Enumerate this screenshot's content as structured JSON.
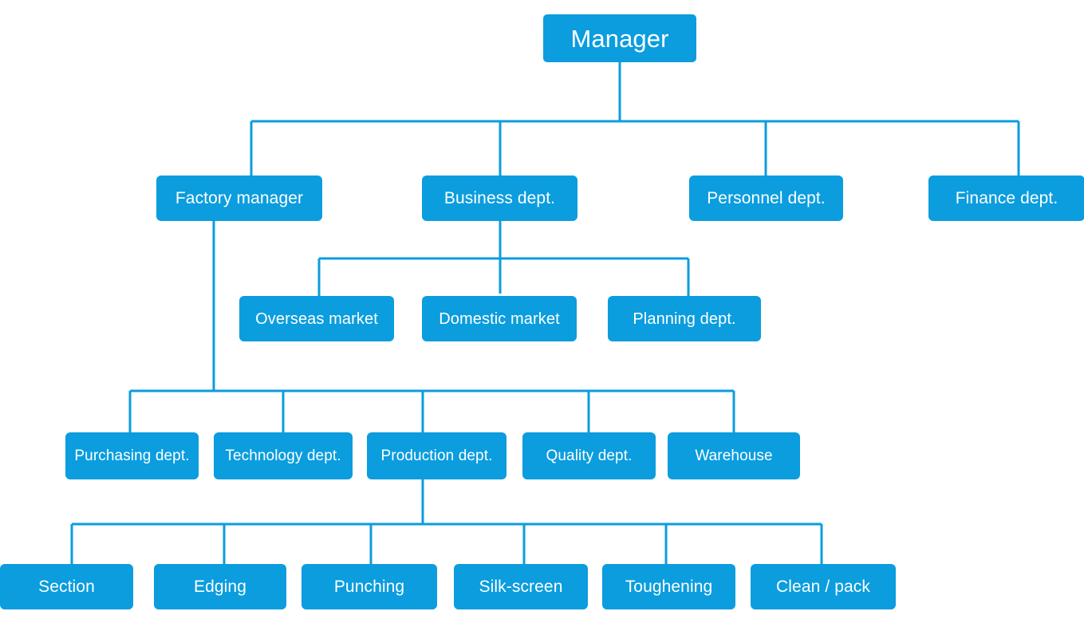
{
  "chart_data": {
    "type": "diagram",
    "subtype": "organizational-chart",
    "title": "",
    "orientation": "top-down",
    "node_color": "#0b9dde",
    "connector_color": "#0b9dde",
    "text_color": "#ffffff",
    "background": "#ffffff",
    "levels": 5,
    "nodes": [
      {
        "id": "manager",
        "label": "Manager",
        "level": 1,
        "parent": null
      },
      {
        "id": "factory-manager",
        "label": "Factory manager",
        "level": 2,
        "parent": "manager"
      },
      {
        "id": "business-dept",
        "label": "Business dept.",
        "level": 2,
        "parent": "manager"
      },
      {
        "id": "personnel-dept",
        "label": "Personnel dept.",
        "level": 2,
        "parent": "manager"
      },
      {
        "id": "finance-dept",
        "label": "Finance dept.",
        "level": 2,
        "parent": "manager"
      },
      {
        "id": "overseas-market",
        "label": "Overseas market",
        "level": 3,
        "parent": "business-dept"
      },
      {
        "id": "domestic-market",
        "label": "Domestic market",
        "level": 3,
        "parent": "business-dept"
      },
      {
        "id": "planning-dept",
        "label": "Planning dept.",
        "level": 3,
        "parent": "business-dept"
      },
      {
        "id": "purchasing-dept",
        "label": "Purchasing dept.",
        "level": 4,
        "parent": "factory-manager"
      },
      {
        "id": "technology-dept",
        "label": "Technology dept.",
        "level": 4,
        "parent": "factory-manager"
      },
      {
        "id": "production-dept",
        "label": "Production dept.",
        "level": 4,
        "parent": "factory-manager"
      },
      {
        "id": "quality-dept",
        "label": "Quality dept.",
        "level": 4,
        "parent": "factory-manager"
      },
      {
        "id": "warehouse",
        "label": "Warehouse",
        "level": 4,
        "parent": "factory-manager"
      },
      {
        "id": "section",
        "label": "Section",
        "level": 5,
        "parent": "production-dept"
      },
      {
        "id": "edging",
        "label": "Edging",
        "level": 5,
        "parent": "production-dept"
      },
      {
        "id": "punching",
        "label": "Punching",
        "level": 5,
        "parent": "production-dept"
      },
      {
        "id": "silk-screen",
        "label": "Silk-screen",
        "level": 5,
        "parent": "production-dept"
      },
      {
        "id": "toughening",
        "label": "Toughening",
        "level": 5,
        "parent": "production-dept"
      },
      {
        "id": "clean-pack",
        "label": "Clean / pack",
        "level": 5,
        "parent": "production-dept"
      }
    ]
  },
  "nodes": {
    "manager": "Manager",
    "factory_manager": "Factory manager",
    "business_dept": "Business dept.",
    "personnel_dept": "Personnel dept.",
    "finance_dept": "Finance dept.",
    "overseas_market": "Overseas market",
    "domestic_market": "Domestic market",
    "planning_dept": "Planning dept.",
    "purchasing_dept": "Purchasing dept.",
    "technology_dept": "Technology dept.",
    "production_dept": "Production dept.",
    "quality_dept": "Quality dept.",
    "warehouse": "Warehouse",
    "section": "Section",
    "edging": "Edging",
    "punching": "Punching",
    "silk_screen": "Silk-screen",
    "toughening": "Toughening",
    "clean_pack": "Clean / pack"
  }
}
